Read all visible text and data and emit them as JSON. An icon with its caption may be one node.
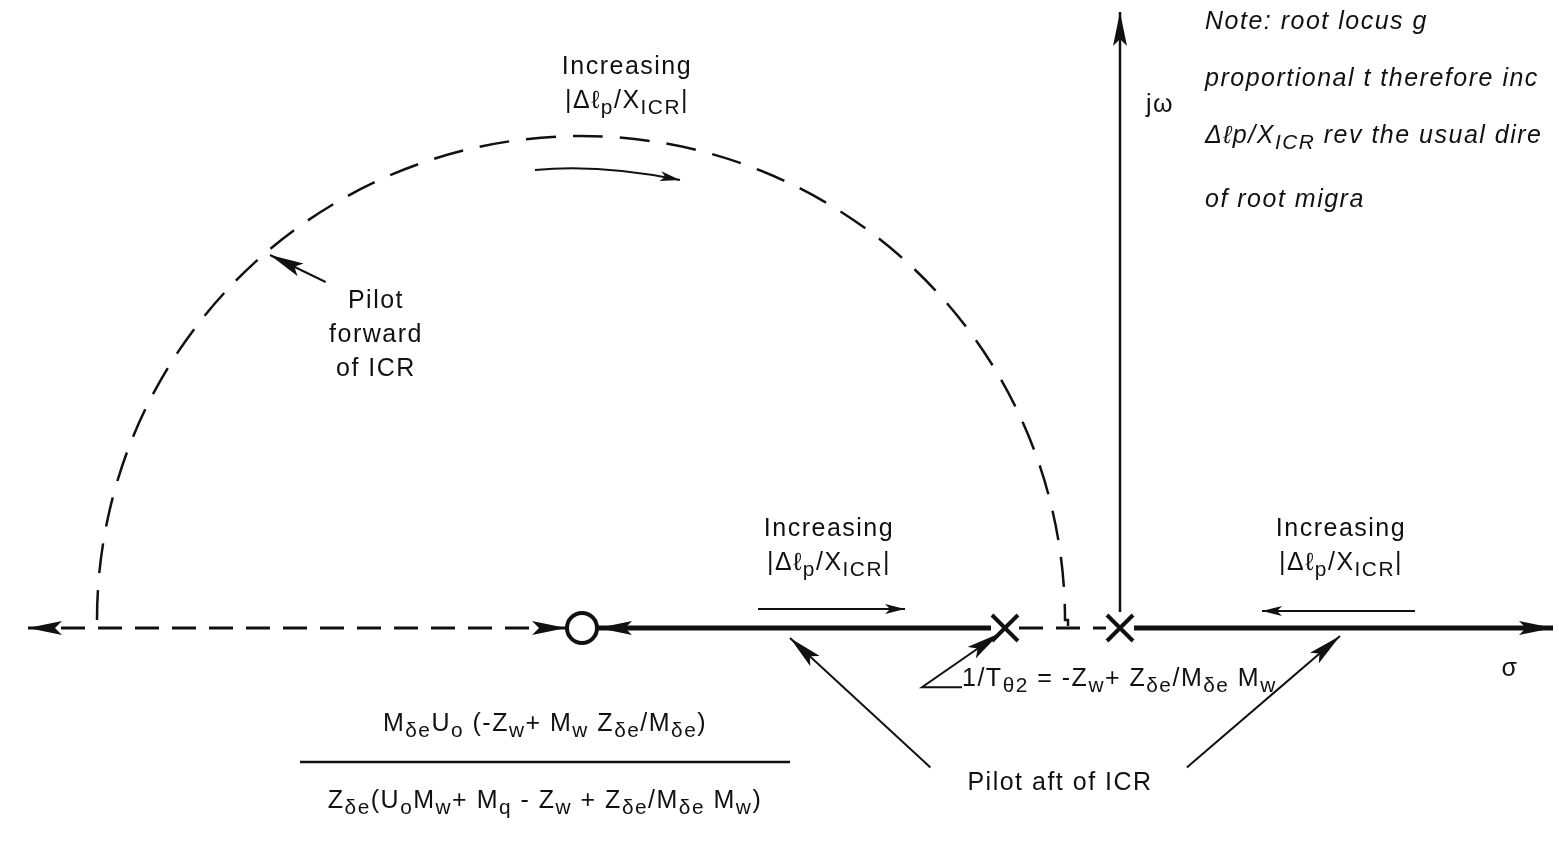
{
  "diagram": {
    "nodes": [
      {
        "text": [
          "Pilot forward of ICR"
        ]
      },
      {
        "text": [
          "Pilot aft of ICR"
        ]
      },
      {
        "text": [
          "1/T$_{θ2}$ = -Z$_{w}$+ Z$_{δe}$/M$_{δe}$ M$_{w}$"
        ]
      },
      {
        "text": [],
        "shape": "circle"
      },
      {
        "text": [],
        "shape": "cross"
      },
      {
        "text": [],
        "shape": "cross"
      }
    ],
    "edges": [
      {
        "from": 0,
        "to": null,
        "arrow": "to"
      },
      {
        "from": 1,
        "to": null,
        "arrow": "to"
      },
      {
        "from": 1,
        "to": null,
        "arrow": "to"
      },
      {
        "from": 2,
        "to": 4,
        "arrow": "to"
      },
      {
        "from": 3,
        "to": null,
        "arrow": "both",
        "style": "dashed"
      },
      {
        "from": 4,
        "to": 3,
        "arrow": "to",
        "style": "thick"
      },
      {
        "from": 4,
        "to": 5,
        "arrow": "none",
        "style": "dashed"
      },
      {
        "from": 5,
        "to": null,
        "arrow": "to",
        "style": "thick"
      }
    ],
    "labels": [
      "Increasing |Δℓ$_{p}$/X$_{ICR}$|",
      "Note: root locus g proportional t therefore inc Δℓp/X$_{ICR}$ rev the usual dire of root migra",
      "jω",
      "Increasing |Δℓ$_{p}$/X$_{ICR}$|",
      "Increasing |Δℓ$_{p}$/X$_{ICR}$|",
      "σ",
      "M$_{δe}$U$_{o}$ (-Z$_{w}$+ M$_{w}$ Z$_{δe}$/M$_{δe}$)",
      "Z$_{δe}$(U$_{o}$M$_{w}$+ M$_{q}$ - Z$_{w}$ + Z$_{δe}$/M$_{δe}$ M$_{w}$)"
    ]
  }
}
